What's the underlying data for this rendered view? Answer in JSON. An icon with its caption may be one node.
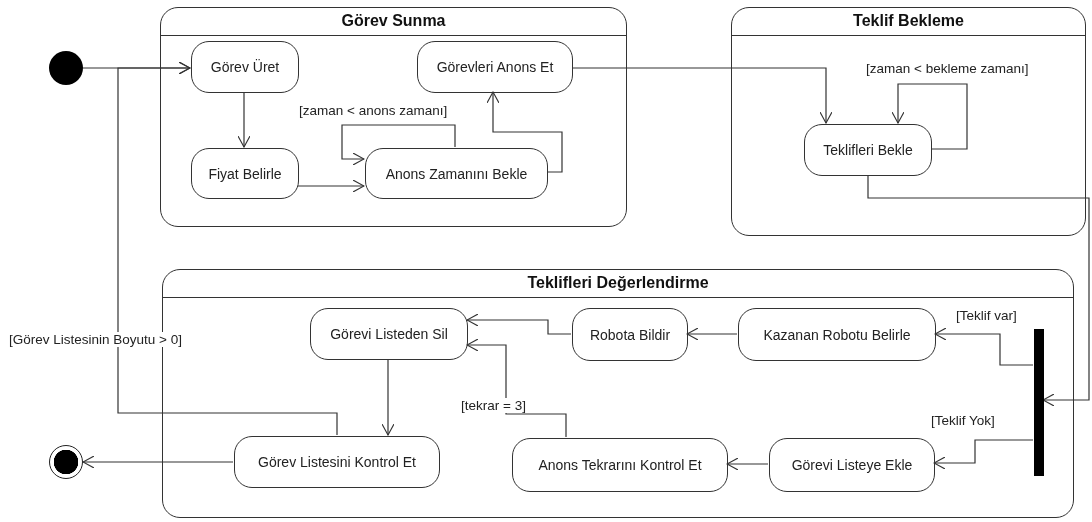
{
  "diagram": {
    "nodes": [
      {
        "text": [],
        "shape": "circle"
      },
      {
        "text": [
          "Görev Sunma"
        ]
      },
      {
        "text": [
          "Görev Üret"
        ],
        "in": 1
      },
      {
        "text": [
          "Görevleri Anons Et"
        ],
        "in": 1
      },
      {
        "text": [
          "Fiyat Belirle"
        ],
        "in": 1
      },
      {
        "text": [
          "Anons Zamanını Bekle"
        ],
        "in": 1
      },
      {
        "text": [
          "Teklif Bekleme"
        ]
      },
      {
        "text": [
          "Teklifleri Bekle"
        ],
        "in": 6
      },
      {
        "text": [
          "Teklifleri Değerlendirme"
        ]
      },
      {
        "text": [
          "Görevi Listeden Sil"
        ],
        "in": 8
      },
      {
        "text": [
          "Robota Bildir"
        ],
        "in": 8
      },
      {
        "text": [
          "Kazanan Robotu Belirle"
        ],
        "in": 8
      },
      {
        "text": [],
        "shape": "bar",
        "in": 8
      },
      {
        "text": [
          "Görev Listesini Kontrol Et"
        ],
        "in": 8
      },
      {
        "text": [
          "Anons Tekrarını Kontrol Et"
        ],
        "in": 8
      },
      {
        "text": [
          "Görevi Listeye Ekle"
        ],
        "in": 8
      },
      {
        "text": [],
        "shape": "circle"
      }
    ],
    "edges": [
      {
        "from": 0,
        "to": 2,
        "arrow": "to"
      },
      {
        "from": 2,
        "to": 4,
        "arrow": "to"
      },
      {
        "from": 4,
        "to": 5,
        "arrow": "to"
      },
      {
        "from": 5,
        "to": 5,
        "arrow": "to",
        "label": "[zaman < anons zamanı]"
      },
      {
        "from": 5,
        "to": 3,
        "arrow": "to"
      },
      {
        "from": 3,
        "to": 7,
        "arrow": "to"
      },
      {
        "from": 7,
        "to": 7,
        "arrow": "to",
        "label": "[zaman < bekleme zamanı]"
      },
      {
        "from": 7,
        "to": 12,
        "arrow": "to"
      },
      {
        "from": 12,
        "to": 11,
        "arrow": "to",
        "label": "[Teklif var]"
      },
      {
        "from": 12,
        "to": 15,
        "arrow": "to",
        "label": "[Teklif Yok]"
      },
      {
        "from": 11,
        "to": 10,
        "arrow": "to"
      },
      {
        "from": 10,
        "to": 9,
        "arrow": "to"
      },
      {
        "from": 15,
        "to": 14,
        "arrow": "to"
      },
      {
        "from": 14,
        "to": 9,
        "arrow": "to",
        "label": "[tekrar = 3]"
      },
      {
        "from": 9,
        "to": 13,
        "arrow": "to"
      },
      {
        "from": 13,
        "to": 16,
        "arrow": "to"
      },
      {
        "from": 13,
        "to": 2,
        "arrow": "to",
        "label": "[Görev Listesinin Boyutu > 0]"
      }
    ]
  }
}
